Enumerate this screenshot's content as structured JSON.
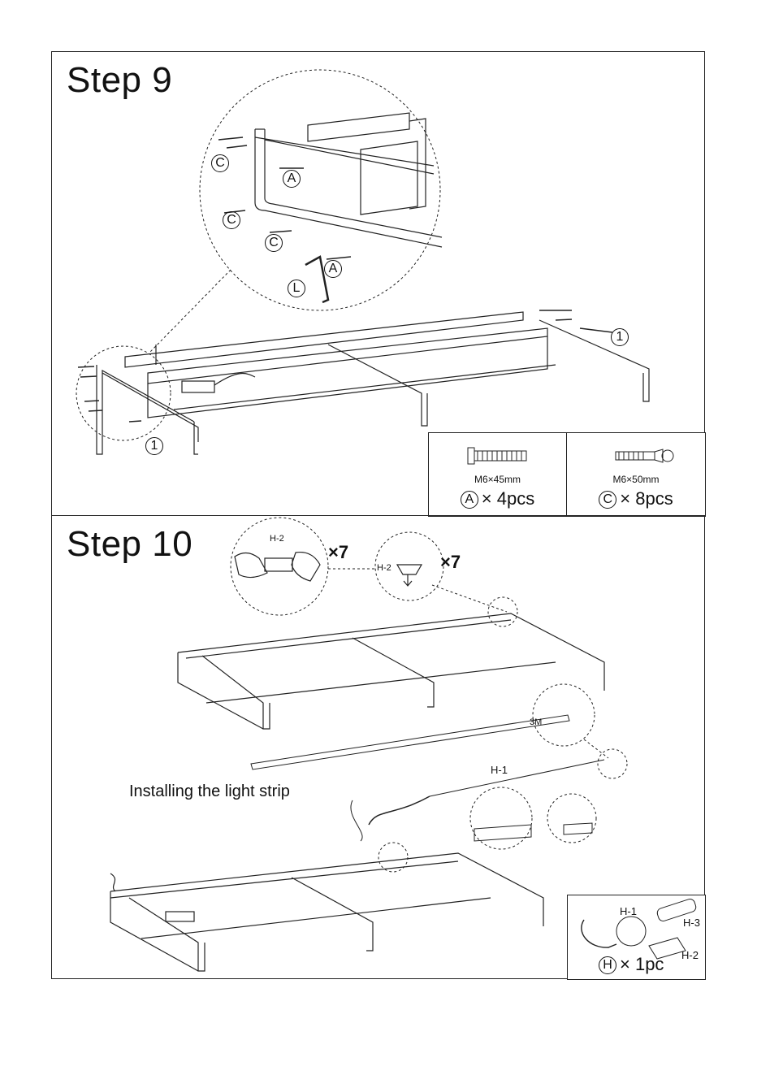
{
  "step9": {
    "title": "Step 9",
    "callouts": {
      "c1": "C",
      "c2": "C",
      "c3": "C",
      "a1": "A",
      "a2": "A",
      "l": "L",
      "one_left": "1",
      "one_right": "1"
    },
    "hardware": [
      {
        "letter": "A",
        "spec": "M6×45mm",
        "qty": "× 4pcs"
      },
      {
        "letter": "C",
        "spec": "M6×50mm",
        "qty": "× 8pcs"
      }
    ]
  },
  "step10": {
    "title": "Step 10",
    "h2_label_a": "H-2",
    "h2_label_b": "H-2",
    "times_a": "×7",
    "times_b": "×7",
    "strip_mark": "3M",
    "h1_label": "H-1",
    "caption": "Installing the light strip",
    "kit": {
      "letter": "H",
      "qty": "× 1pc",
      "h1": "H-1",
      "h2": "H-2",
      "h3": "H-3"
    }
  }
}
